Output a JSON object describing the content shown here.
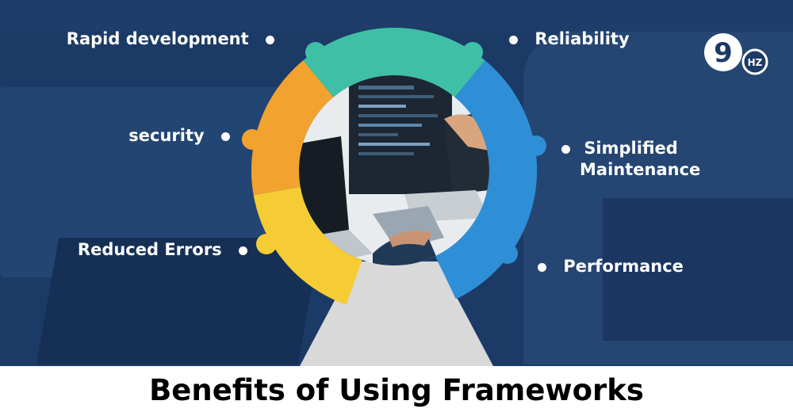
{
  "title": "Benefits of Using Frameworks",
  "logo": {
    "mark": "9",
    "suffix": "HZ"
  },
  "benefits": {
    "left": [
      "Rapid development",
      "security",
      "Reduced Errors"
    ],
    "right": [
      "Reliability",
      "Simplified",
      "Maintenance",
      "Performance"
    ]
  },
  "colors": {
    "background": "#1c3a66",
    "teal": "#3fc0a6",
    "orange": "#f2a22e",
    "yellow": "#f5cc33",
    "blue": "#2e8fd6",
    "stand": "#d9d9d9",
    "text": "#ffffff",
    "footer_text": "#000000"
  },
  "icons": {
    "center_photo": "developer-laptop-photo",
    "logo": "9hz-logo"
  }
}
